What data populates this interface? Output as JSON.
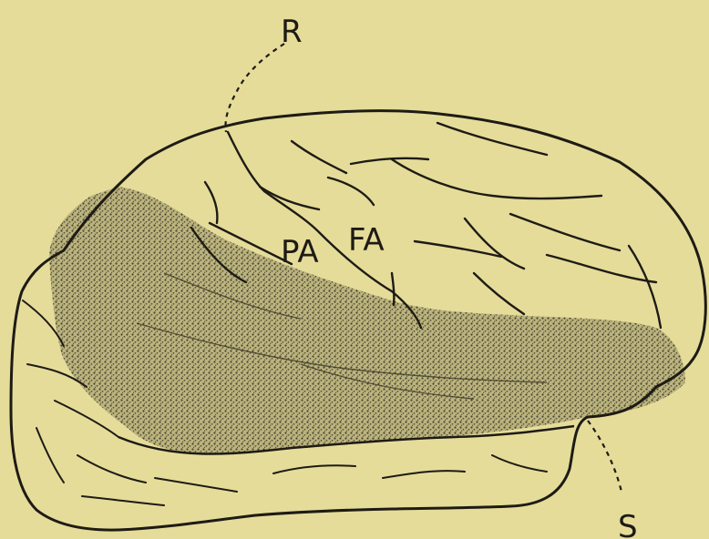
{
  "labels": {
    "r": "R",
    "s": "S",
    "pa": "PA",
    "fa": "FA"
  },
  "colors": {
    "paper": "#e5dc9a",
    "ink": "#1e1b14",
    "stipple": "#6f6a4e"
  }
}
